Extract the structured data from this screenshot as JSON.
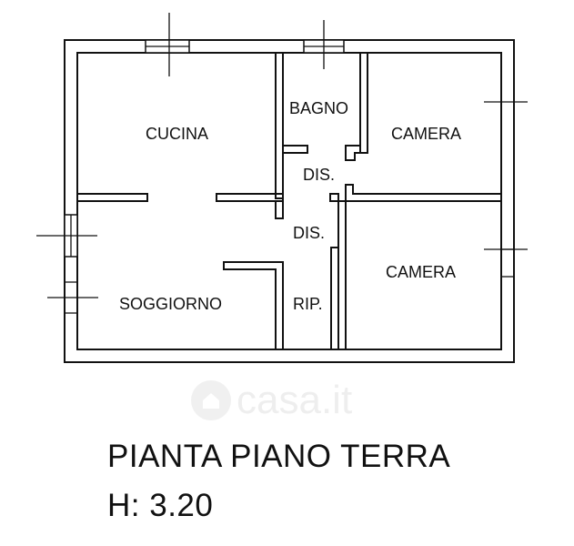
{
  "rooms": {
    "cucina": "CUCINA",
    "bagno": "BAGNO",
    "camera_1": "CAMERA",
    "dis_1": "DIS.",
    "dis_2": "DIS.",
    "camera_2": "CAMERA",
    "soggiorno": "SOGGIORNO",
    "rip": "RIP."
  },
  "caption": {
    "title": "PIANTA PIANO TERRA",
    "height": "H: 3.20"
  },
  "watermark": {
    "text": "casa.it",
    "icon": "house-icon"
  }
}
